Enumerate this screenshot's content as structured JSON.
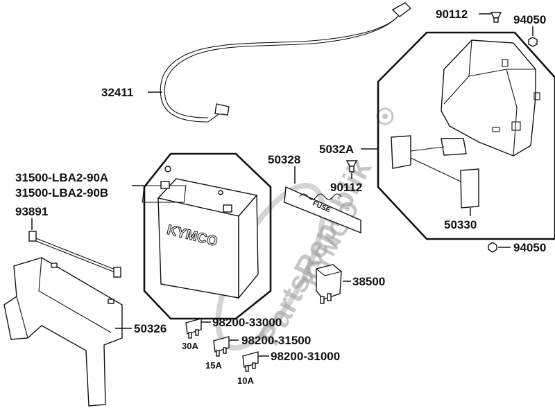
{
  "watermark": {
    "text": "PartsRepublik",
    "logo_text": "KYMCO"
  },
  "labels": {
    "p32411": "32411",
    "p90112_top": "90112",
    "p94050_top": "94050",
    "p50328": "50328",
    "p5032A": "5032A",
    "p90112_mid": "90112",
    "p31500_a": "31500-LBA2-90A",
    "p31500_b": "31500-LBA2-90B",
    "p93891": "93891",
    "p50330": "50330",
    "p94050_bot": "94050",
    "p38500": "38500",
    "p50326": "50326",
    "p98200_30": "98200-33000",
    "amp_30": "30A",
    "p98200_15": "98200-31500",
    "amp_15": "15A",
    "p98200_10": "98200-31000",
    "amp_10": "10A"
  },
  "battery_markings": {
    "brand": "KYMCO",
    "fuse_plate": "FUSE"
  }
}
